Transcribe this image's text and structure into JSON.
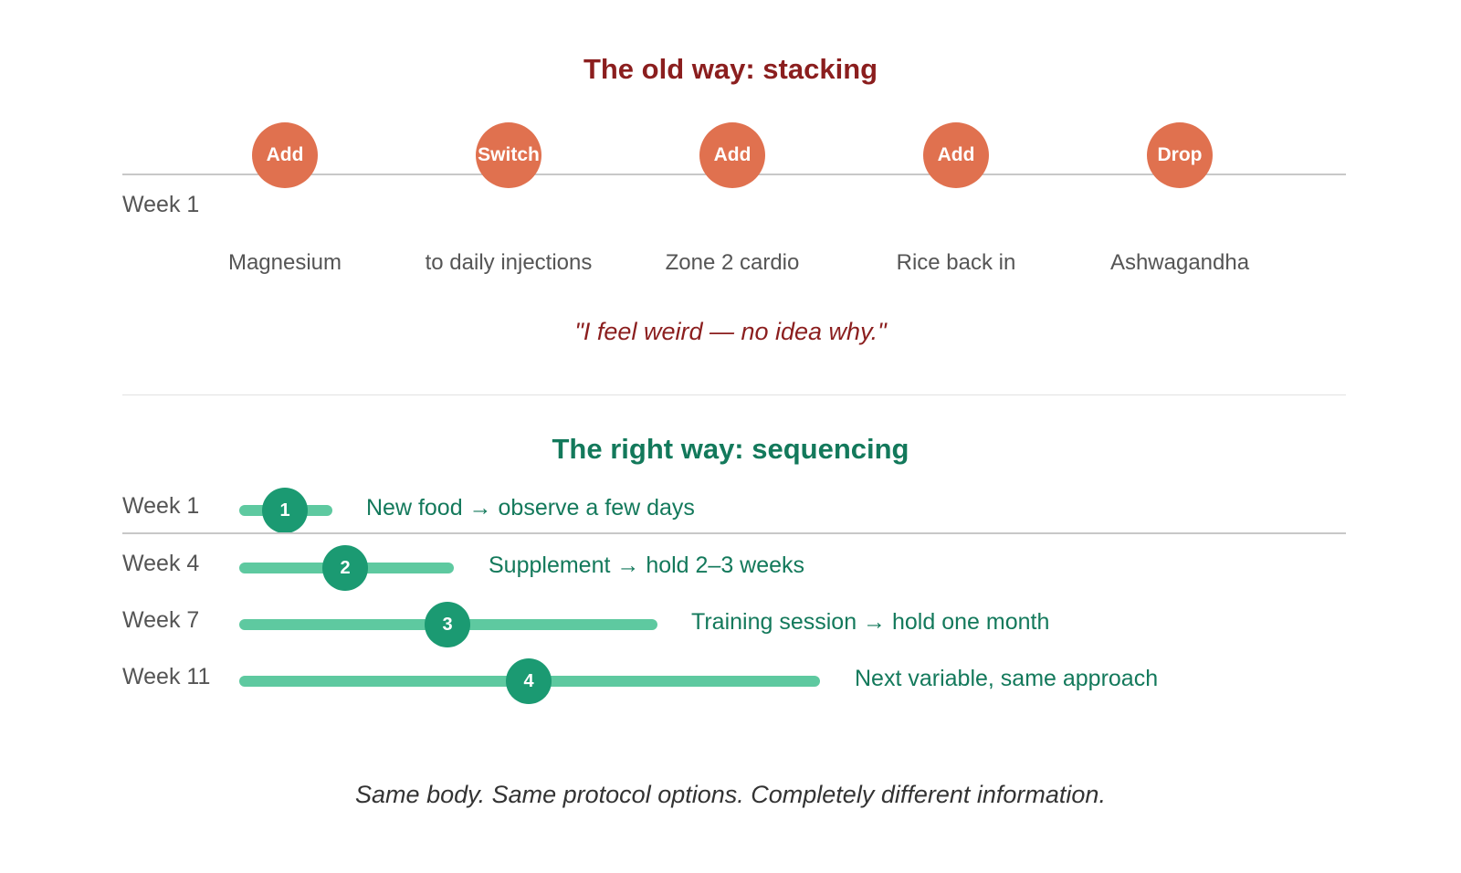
{
  "old_way": {
    "title": "The old way: stacking",
    "week_label": "Week 1",
    "events": [
      {
        "action": "Add",
        "label": "Magnesium"
      },
      {
        "action": "Switch",
        "label": "to daily injections"
      },
      {
        "action": "Add",
        "label": "Zone 2 cardio"
      },
      {
        "action": "Add",
        "label": "Rice back in"
      },
      {
        "action": "Drop",
        "label": "Ashwagandha"
      }
    ],
    "quote": "\"I feel weird — no idea why.\""
  },
  "right_way": {
    "title": "The right way: sequencing",
    "steps": [
      {
        "week": "Week 1",
        "number": "1",
        "text": "New food → observe a few days"
      },
      {
        "week": "Week 4",
        "number": "2",
        "text": "Supplement → hold 2–3 weeks"
      },
      {
        "week": "Week 7",
        "number": "3",
        "text": "Training session → hold one month"
      },
      {
        "week": "Week 11",
        "number": "4",
        "text": "Next variable, same approach"
      }
    ]
  },
  "footer": "Same body. Same protocol options. Completely different information.",
  "colors": {
    "old_accent": "#8b1e1e",
    "old_marker": "#e0714f",
    "new_accent": "#13795b",
    "new_marker": "#1b9a72",
    "new_bar": "#5ec9a0"
  }
}
